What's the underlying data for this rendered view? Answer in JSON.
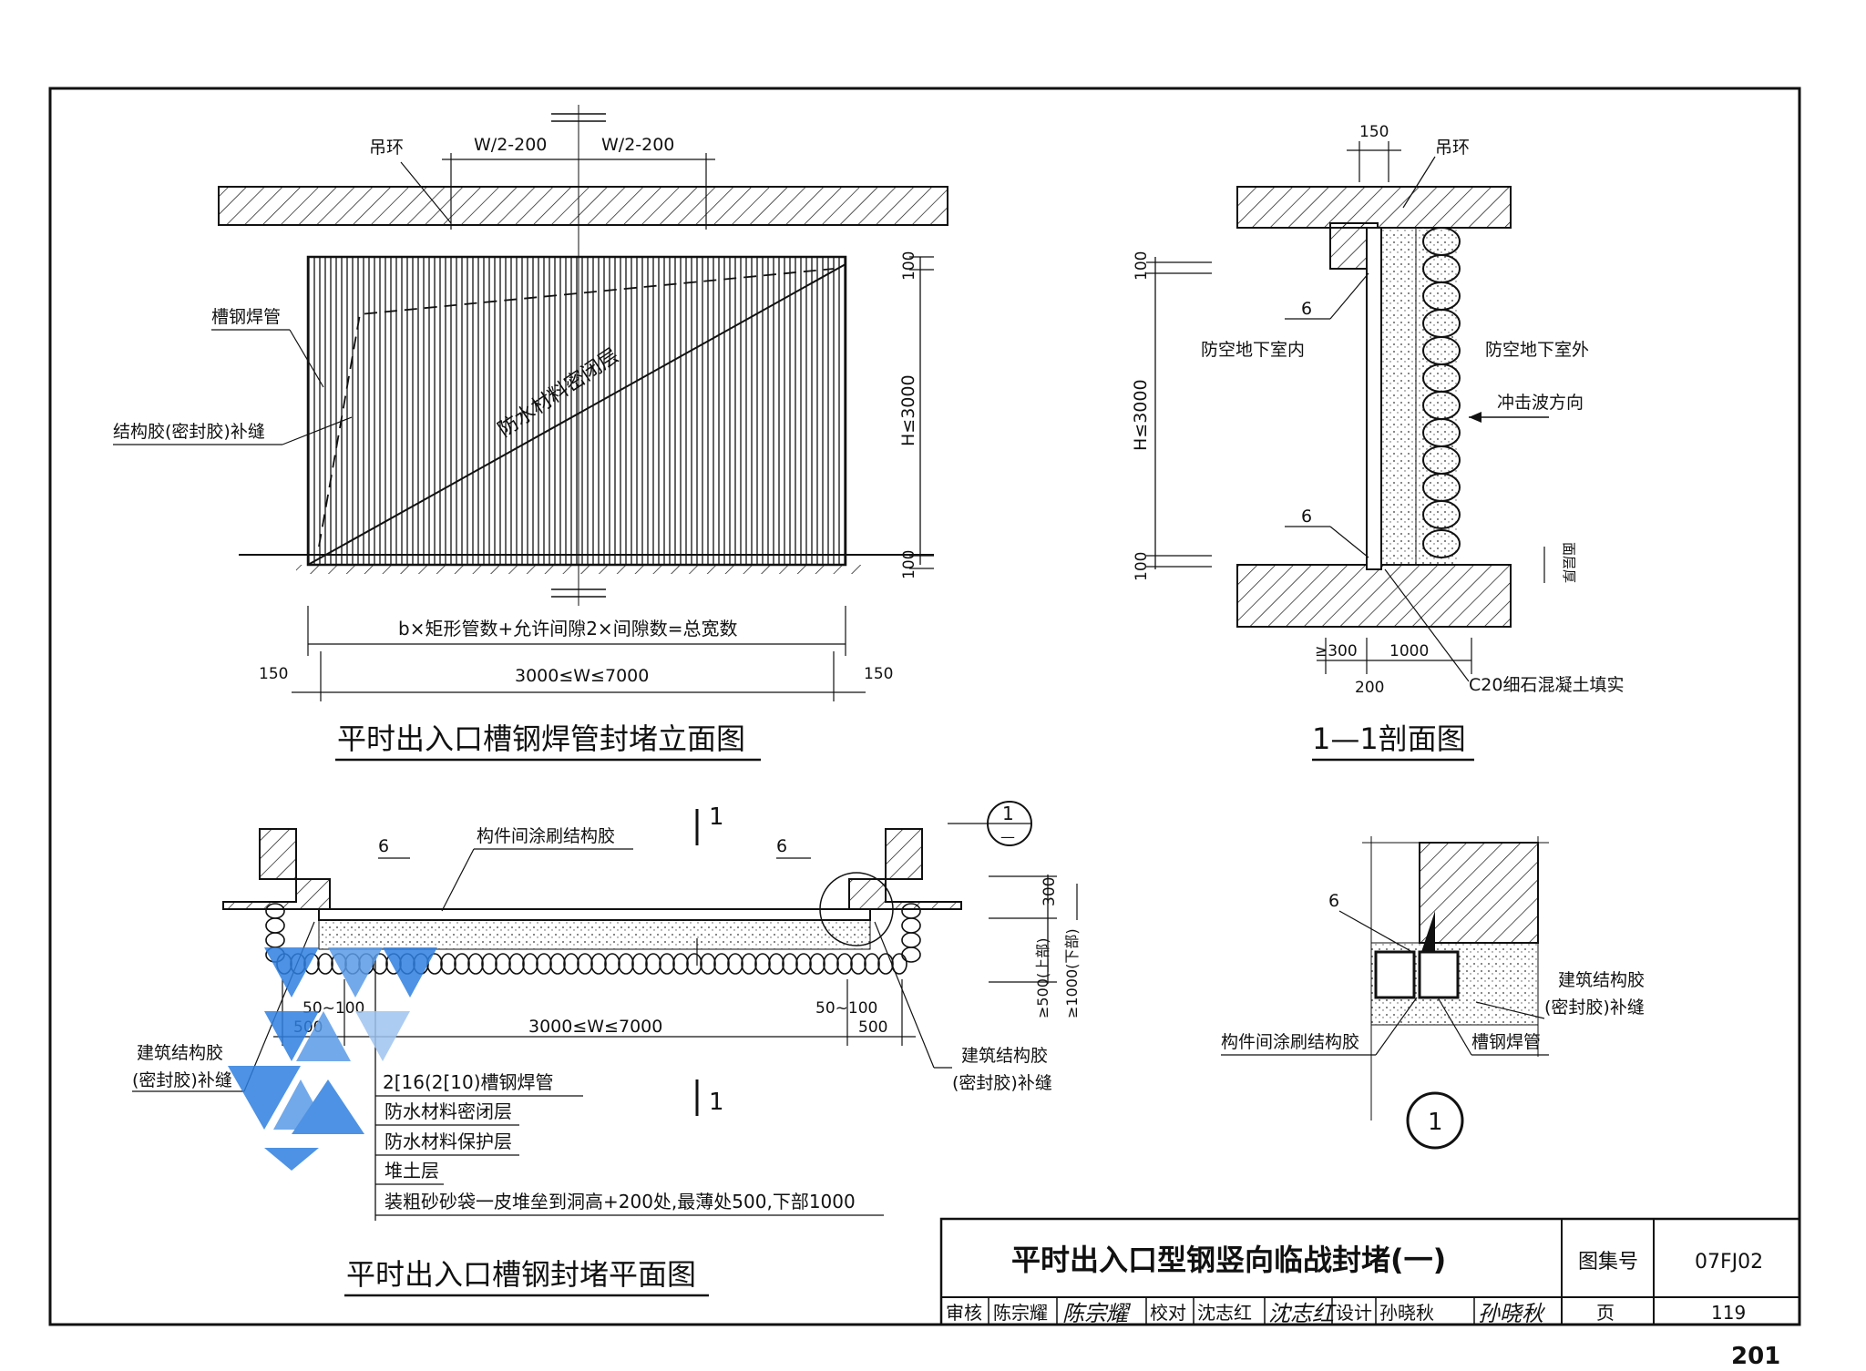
{
  "elevation": {
    "title": "平时出入口槽钢焊管封堵立面图",
    "lifting_ring": "吊环",
    "half_width_left": "W/2-200",
    "half_width_right": "W/2-200",
    "channel_pipe": "槽钢焊管",
    "sealant_joint": "结构胶(密封胶)补缝",
    "waterproof_layer": "防水材料密闭层",
    "dim_top": "100",
    "dim_height": "H≤3000",
    "dim_bottom": "100",
    "total_width_formula": "b×矩形管数+允许间隙2×间隙数=总宽数",
    "dim_side_left": "150",
    "dim_width": "3000≤W≤7000",
    "dim_side_right": "150"
  },
  "section": {
    "title": "1—1剖面图",
    "dim_150": "150",
    "lifting_ring": "吊环",
    "weld_top": "6",
    "weld_bottom": "6",
    "indoor": "防空地下室内",
    "outdoor": "防空地下室外",
    "blast_direction": "冲击波方向",
    "dim_top": "100",
    "dim_height": "H≤3000",
    "dim_bottom": "100",
    "floor_finish": "面层厚",
    "dim_300": "≥300",
    "dim_1000": "1000",
    "dim_200": "200",
    "concrete_fill": "C20细石混凝土填实"
  },
  "plan": {
    "title": "平时出入口槽钢封堵平面图",
    "section_mark": "1",
    "detail_ref_top": "1",
    "detail_ref_bottom": "—",
    "weld_left": "6",
    "weld_right": "6",
    "glue_between": "构件间涂刷结构胶",
    "dim_300": "300",
    "dim_500_up": "≥500(上部)",
    "dim_1000_down": "≥1000(下部)",
    "gap_left": "50~100",
    "side_left": "500",
    "dim_width": "3000≤W≤7000",
    "gap_right": "50~100",
    "side_right": "500",
    "sealant_left_1": "建筑结构胶",
    "sealant_left_2": "(密封胶)补缝",
    "sealant_right_1": "建筑结构胶",
    "sealant_right_2": "(密封胶)补缝",
    "layers": [
      "2[16(2[10)槽钢焊管",
      "防水材料密闭层",
      "防水材料保护层",
      "堆土层",
      "装粗砂砂袋一皮堆垒到洞高+200处,最薄处500,下部1000"
    ]
  },
  "detail": {
    "weld": "6",
    "sealant_1": "建筑结构胶",
    "sealant_2": "(密封胶)补缝",
    "glue_between": "构件间涂刷结构胶",
    "channel_pipe": "槽钢焊管",
    "number": "1"
  },
  "title_block": {
    "title": "平时出入口型钢竖向临战封堵(一)",
    "atlas_label": "图集号",
    "atlas_no": "07FJ02",
    "review_label": "审核",
    "reviewer": "陈宗耀",
    "check_label": "校对",
    "checker": "沈志红",
    "design_label": "设计",
    "designer": "孙晓秋",
    "page_label": "页",
    "page_no": "119"
  },
  "page_number": "201",
  "colors": {
    "watermark_blue": "#2f7fe0",
    "ink": "#111111"
  }
}
